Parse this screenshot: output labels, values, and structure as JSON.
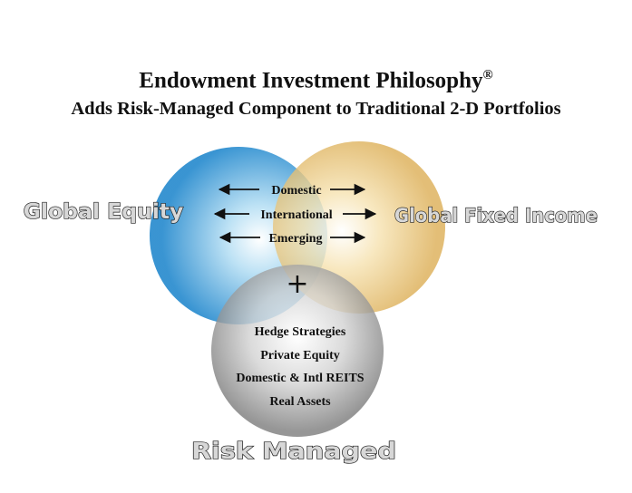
{
  "title": {
    "main": "Endowment Investment Philosophy",
    "trademark": "®",
    "subtitle": "Adds Risk-Managed Component to Traditional 2-D Portfolios"
  },
  "circles": {
    "equity": {
      "label": "Global Equity",
      "color": "#3a9fd8"
    },
    "fixed_income": {
      "label": "Global Fixed Income",
      "color": "#e8b95c"
    },
    "risk_managed": {
      "label": "Risk Managed",
      "color": "#8a8a8a"
    }
  },
  "overlap": {
    "items": [
      "Domestic",
      "International",
      "Emerging"
    ],
    "plus": "+"
  },
  "risk_items": [
    "Hedge Strategies",
    "Private Equity",
    "Domestic & Intl REITS",
    "Real Assets"
  ]
}
